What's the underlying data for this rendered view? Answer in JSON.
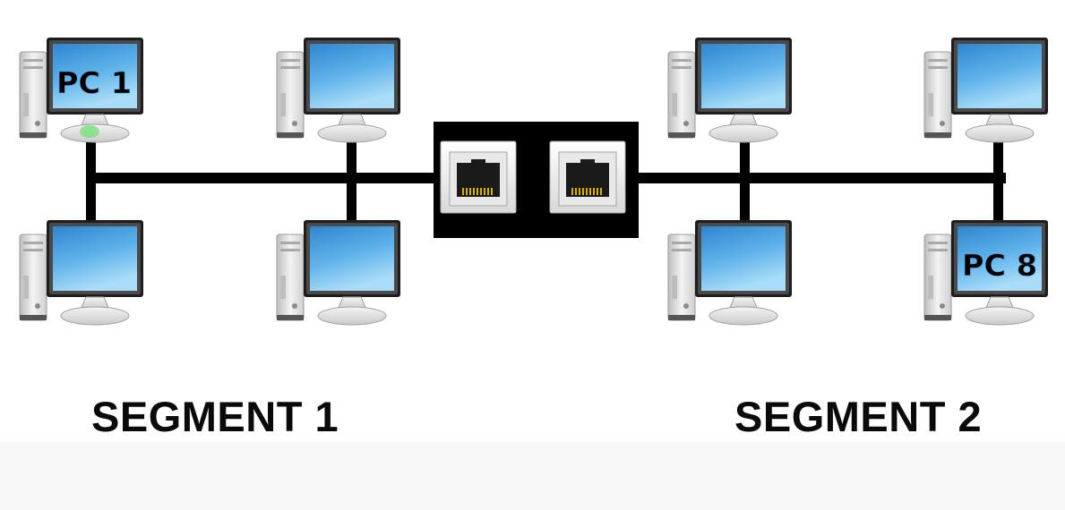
{
  "diagram": {
    "segments": [
      {
        "label": "SEGMENT 1"
      },
      {
        "label": "SEGMENT 2"
      }
    ],
    "computers": [
      {
        "id": "pc-1",
        "label": "PC 1",
        "segment": 1,
        "status_led": "green"
      },
      {
        "id": "pc-2",
        "label": "",
        "segment": 1
      },
      {
        "id": "pc-3",
        "label": "",
        "segment": 1
      },
      {
        "id": "pc-4",
        "label": "",
        "segment": 1
      },
      {
        "id": "pc-5",
        "label": "",
        "segment": 2
      },
      {
        "id": "pc-6",
        "label": "",
        "segment": 2
      },
      {
        "id": "pc-7",
        "label": "",
        "segment": 2
      },
      {
        "id": "pc-8",
        "label": "PC 8",
        "segment": 2
      }
    ],
    "bridge": {
      "ports": 2,
      "port_type": "RJ45"
    }
  },
  "colors": {
    "screen_top": "#2f8fd6",
    "screen_bottom": "#9fd3f5",
    "monitor_frame": "#1c1c1c",
    "cable": "#000000",
    "bridge_body": "#000000",
    "tower": "#d9d9d9",
    "led_active": "#7ee07e"
  }
}
